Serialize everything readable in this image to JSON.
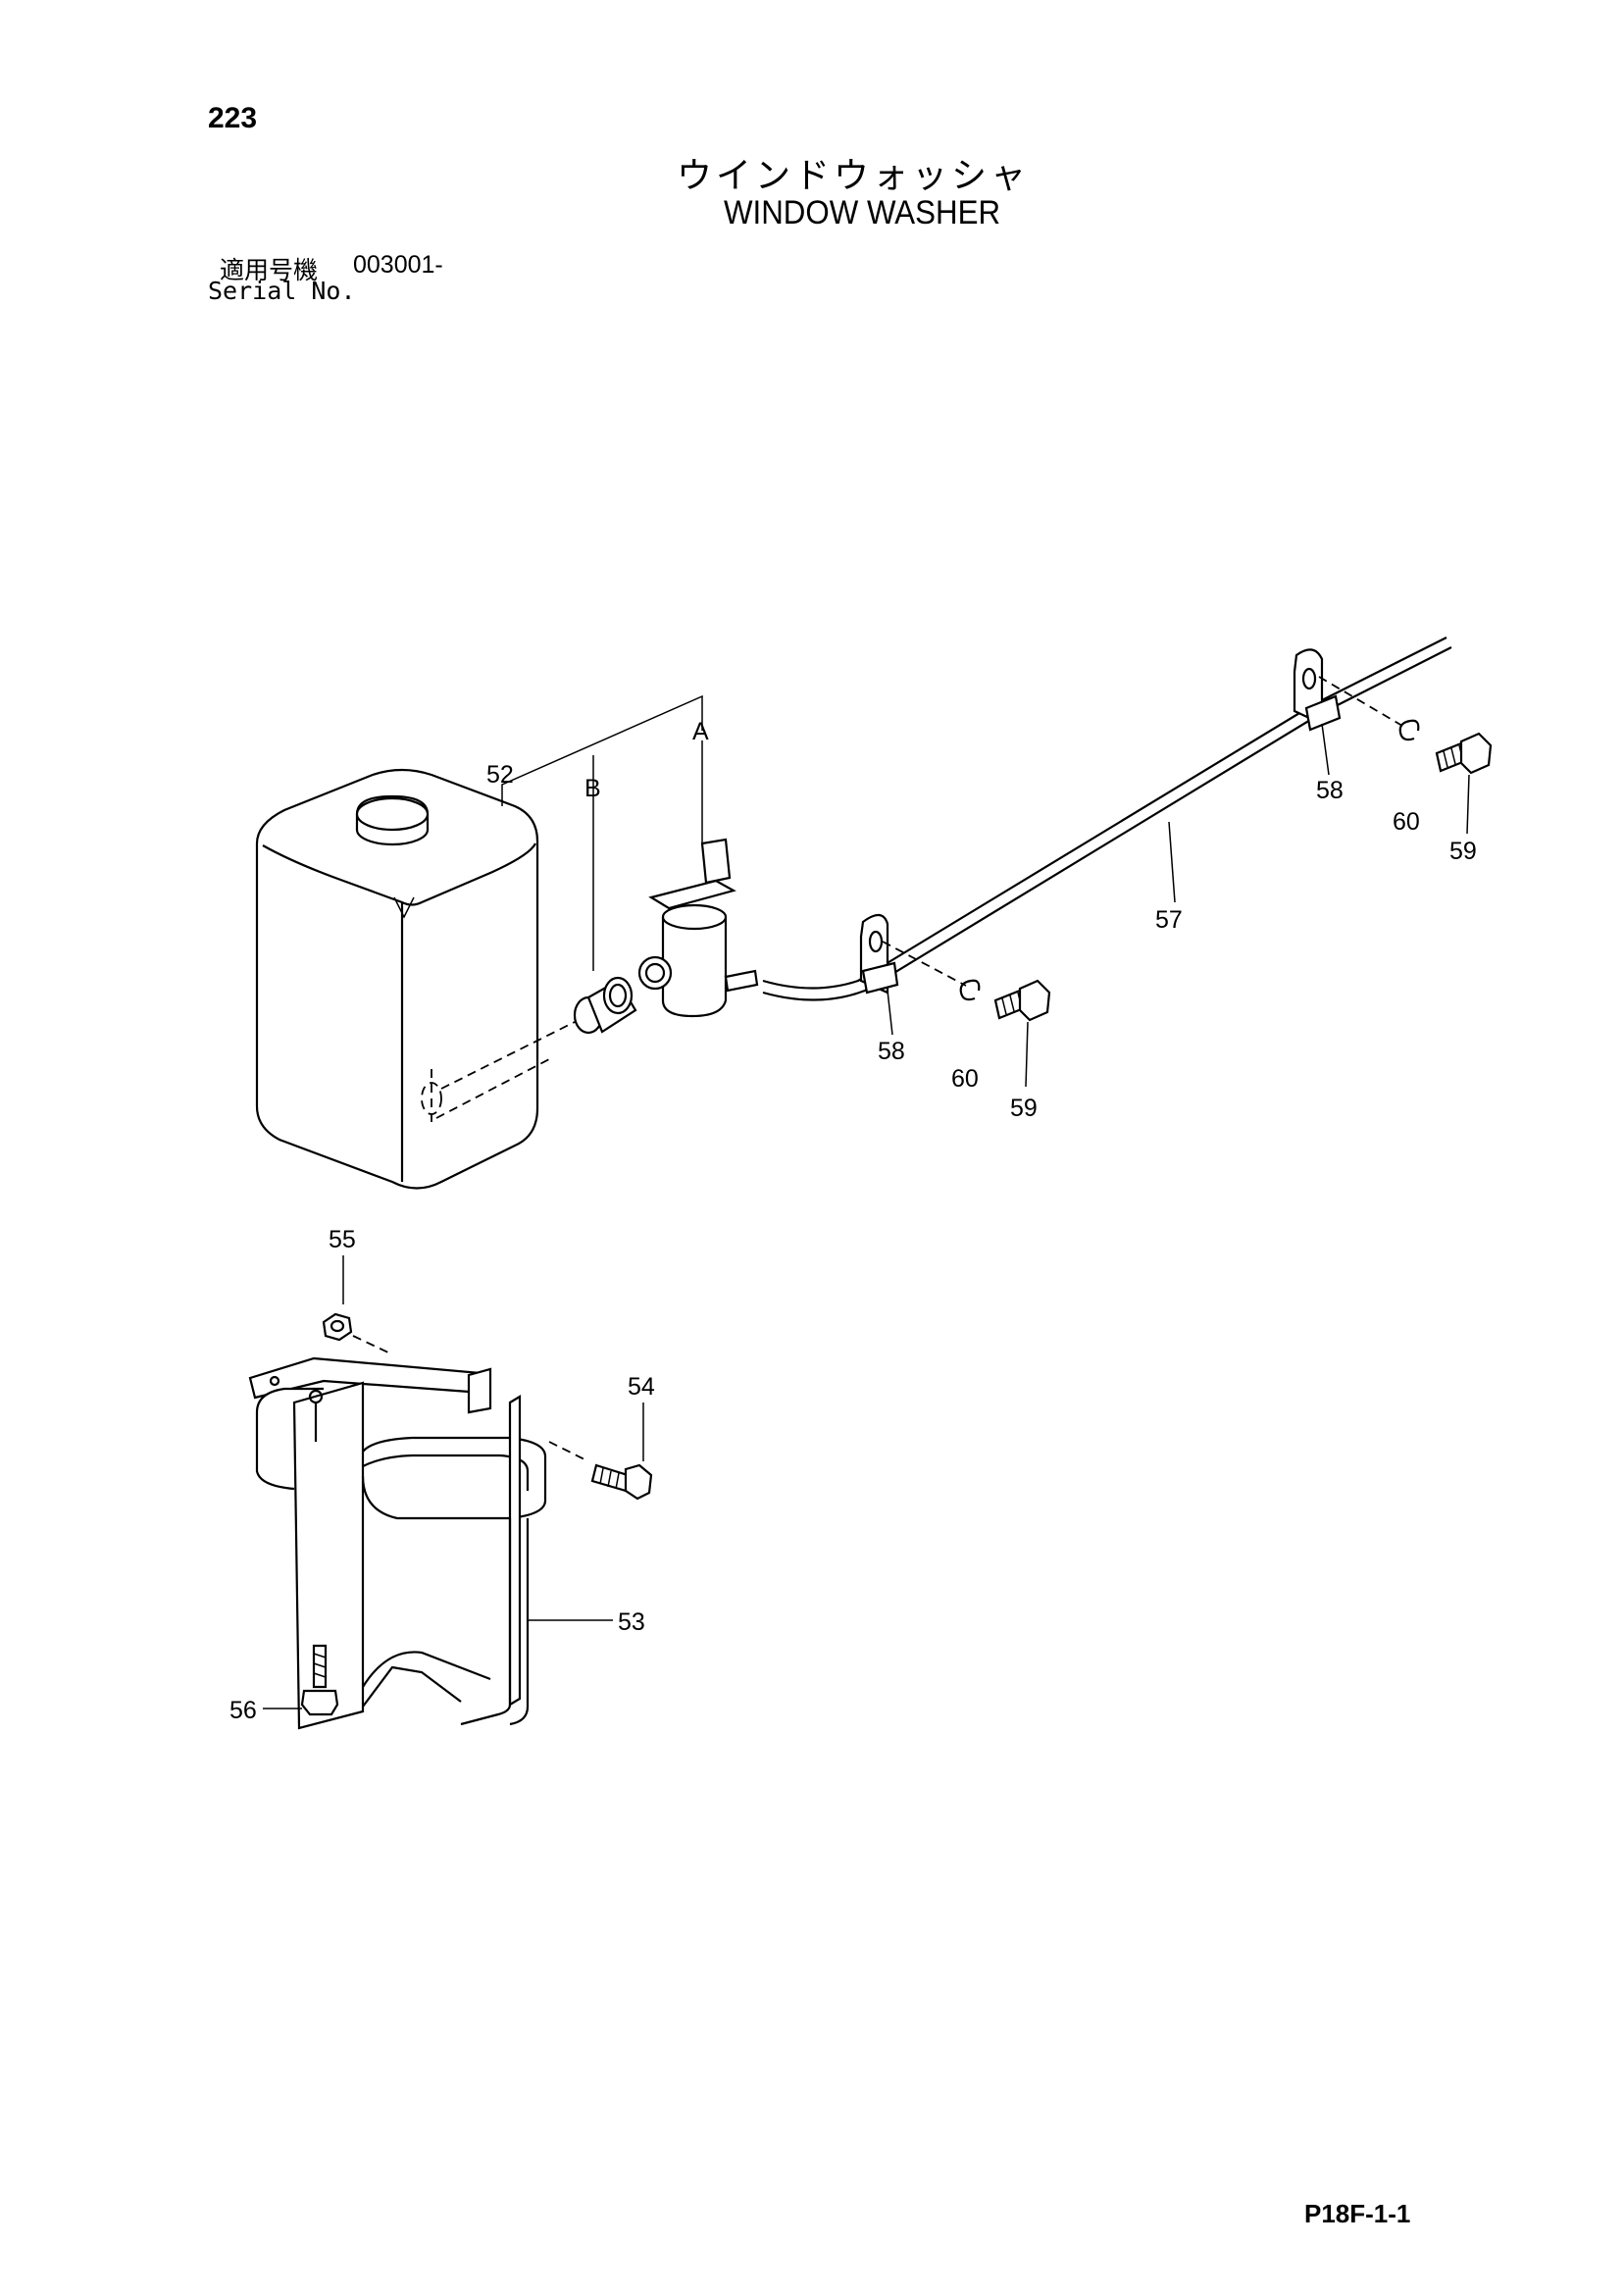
{
  "header": {
    "page_number": "223",
    "title_ja": "ウインドウォッシャ",
    "title_en": "WINDOW WASHER",
    "serial_label_ja": "適用号機",
    "serial_value": "003001-",
    "serial_label_en": "Serial No."
  },
  "diagram": {
    "callouts": {
      "c52": "52",
      "cB": "B",
      "cA": "A",
      "c53": "53",
      "c54": "54",
      "c55": "55",
      "c56": "56",
      "c57": "57",
      "c58a": "58",
      "c58b": "58",
      "c59a": "59",
      "c59b": "59",
      "c60a": "60",
      "c60b": "60"
    }
  },
  "footer": {
    "code": "P18F-1-1"
  }
}
